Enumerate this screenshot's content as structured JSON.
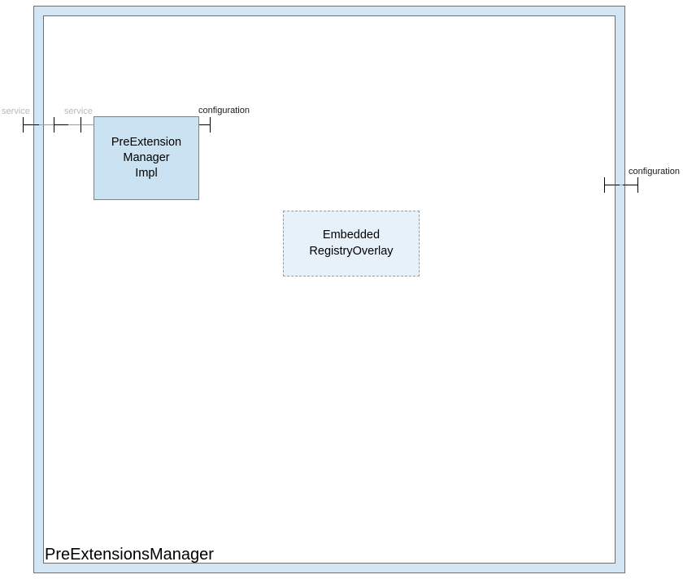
{
  "diagram": {
    "type": "sca-component-diagram",
    "composite": {
      "name": "PreExtensionsManager",
      "frame_fill": "#d4e5f3",
      "frame_border": "#6f6f6f",
      "inner_fill": "#ffffff"
    },
    "components": [
      {
        "id": "pre-extension-manager-impl",
        "label": "PreExtension\nManager\nImpl",
        "fill": "#cbe2f2",
        "border": "#808080",
        "border_style": "solid"
      },
      {
        "id": "embedded-registry-overlay",
        "label": "Embedded\nRegistryOverlay",
        "fill": "#e7f1fa",
        "border": "#9a9a9a",
        "border_style": "dashed"
      }
    ],
    "ports": [
      {
        "id": "composite-service-left",
        "label": "service",
        "kind": "service",
        "label_color": "#b9b9b9"
      },
      {
        "id": "component-service-left",
        "label": "service",
        "kind": "service",
        "label_color": "#b9b9b9"
      },
      {
        "id": "component-configuration",
        "label": "configuration",
        "kind": "reference",
        "label_color": "#1a1a1a"
      },
      {
        "id": "composite-configuration",
        "label": "configuration",
        "kind": "reference",
        "label_color": "#1a1a1a"
      }
    ]
  }
}
